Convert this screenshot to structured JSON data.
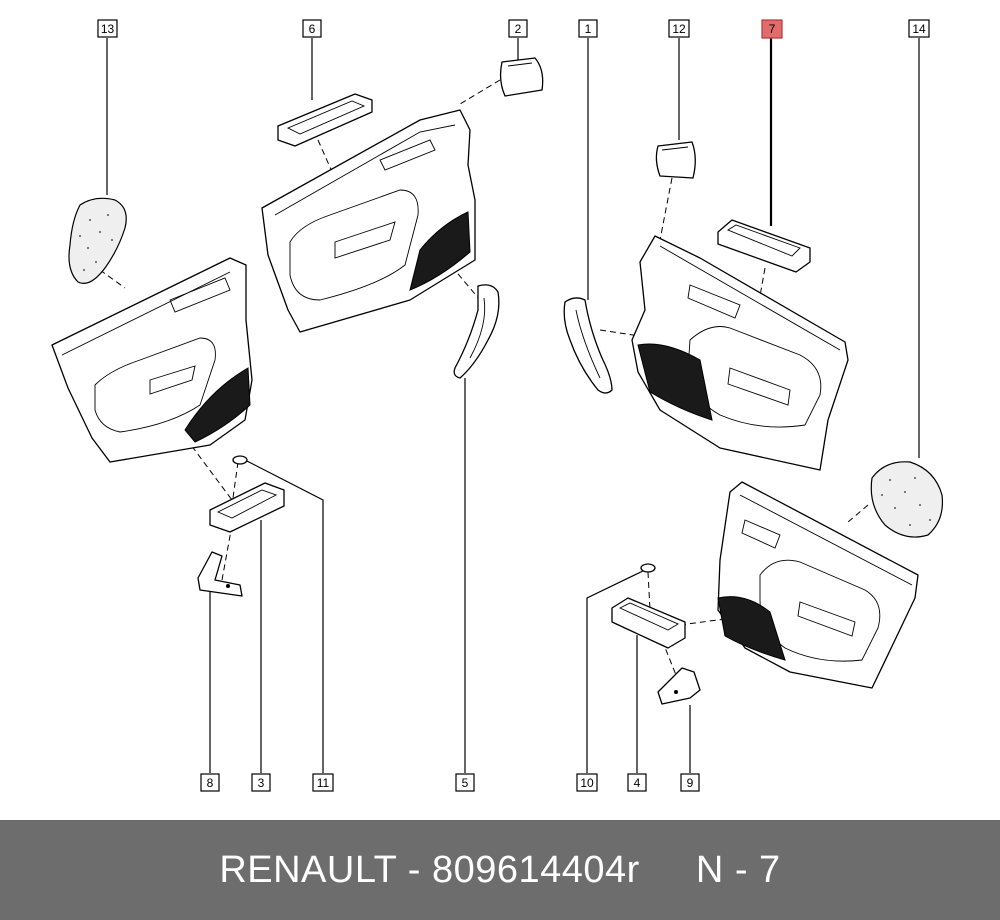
{
  "callouts": {
    "c1": "1",
    "c2": "2",
    "c3": "3",
    "c4": "4",
    "c5": "5",
    "c6": "6",
    "c7": "7",
    "c8": "8",
    "c9": "9",
    "c10": "10",
    "c11": "11",
    "c12": "12",
    "c13": "13",
    "c14": "14"
  },
  "highlight": {
    "callout": "7",
    "color": "#e26b6b"
  },
  "footer": {
    "brand": "RENAULT",
    "separator": " - ",
    "part_number": "809614404r",
    "position": "N - 7",
    "background": "#6d6d6d",
    "text_color": "#ffffff"
  }
}
